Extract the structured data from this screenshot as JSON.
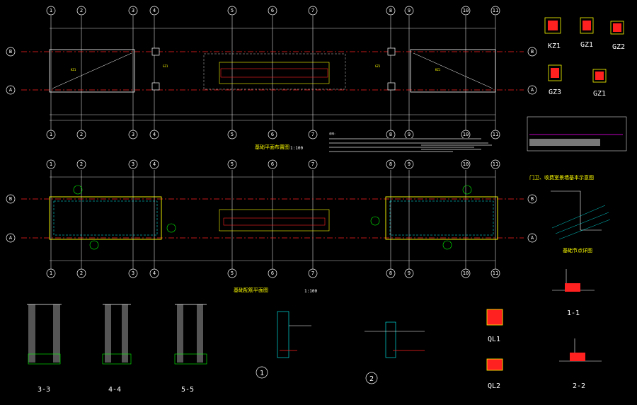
{
  "colors": {
    "background": "#000000",
    "axis_line": "#ff2020",
    "wall": "#ffffff",
    "dimension": "#ffffff",
    "annotation": "#ffff00",
    "rebar": "#00ff00",
    "hatch": "#00ffff",
    "highlight": "#ff00ff"
  },
  "axes": {
    "vertical_ids": [
      "1",
      "2",
      "3",
      "4",
      "5",
      "6",
      "7",
      "8",
      "9",
      "10",
      "11"
    ],
    "horizontal_ids": [
      "B",
      "A"
    ]
  },
  "column_details": [
    "KZ1",
    "GZ1",
    "GZ2",
    "GZ3",
    "GZ1"
  ],
  "section_marks": [
    "3-3",
    "4-4",
    "5-5",
    "1-1",
    "2-2"
  ],
  "detail_marks": [
    "QL1",
    "QL2"
  ],
  "detail_numbers": [
    "1",
    "2"
  ],
  "scales": [
    "1:100",
    "1:100"
  ],
  "icons": [
    "grid-bubble-icon",
    "section-marker-icon",
    "column-icon"
  ]
}
